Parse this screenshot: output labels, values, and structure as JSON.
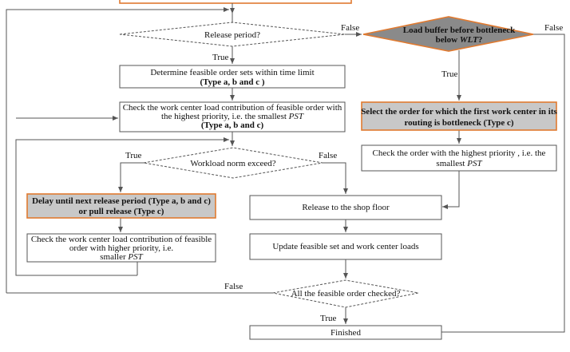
{
  "colors": {
    "accent": "#e07a30",
    "highlight_fill": "#c8c8c8",
    "decision_fill": "#8a8a8a",
    "line": "#555555"
  },
  "labels": {
    "true": "True",
    "false": "False"
  },
  "nodes": {
    "release_period": {
      "line1": "Release period?"
    },
    "determine_feasible": {
      "line1": "Determine feasible order sets within time limit",
      "line2": "(Type a, b and c )"
    },
    "check_highest_priority": {
      "line1": "Check the work center load contribution of feasible order with",
      "line2": "the highest priority, i.e. the smallest ",
      "line2_italic": "PST",
      "line3": "(Type a, b and c)"
    },
    "workload_norm": {
      "line1": "Workload norm exceed?"
    },
    "delay_release": {
      "line1": "Delay until next release period (Type a, b and c)",
      "line2": "or pull release (Type c)"
    },
    "check_higher_priority": {
      "line1": "Check the work center load contribution of feasible",
      "line2": "order with  higher priority, i.e.",
      "line3": "smaller ",
      "line3_italic": "PST"
    },
    "release_shop_floor": {
      "line1": "Release to the shop floor"
    },
    "update_feasible": {
      "line1": "Update feasible set and work center loads"
    },
    "all_checked": {
      "line1": "All the feasible order checked?"
    },
    "finished": {
      "line1": "Finished"
    },
    "load_buffer": {
      "line1": "Load buffer before bottleneck",
      "line2": "below ",
      "line2_italic": "WLT",
      "line2_end": "?"
    },
    "select_order": {
      "line1": "Select the order for which the first work center in its",
      "line2": "routing is bottleneck (Type c)"
    },
    "check_order_priority": {
      "line1": "Check the order with the highest priority , i.e. the",
      "line2": "smallest  ",
      "line2_italic": "PST"
    }
  }
}
